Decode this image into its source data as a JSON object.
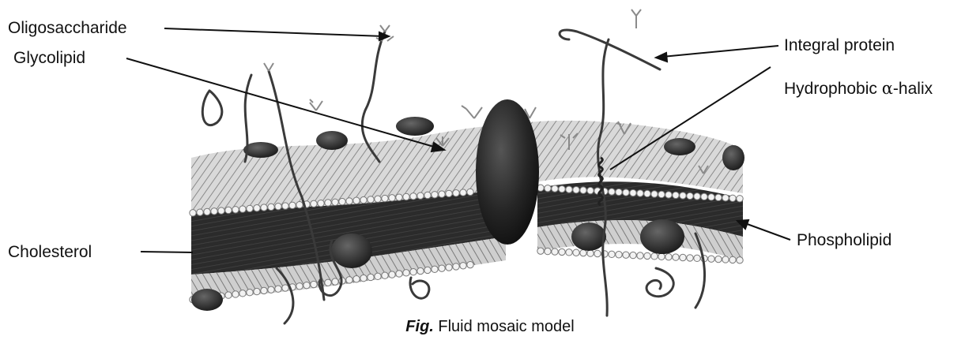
{
  "labels": {
    "oligosaccharide": "Oligosaccharide",
    "glycolipid": "Glycolipid",
    "cholesterol": "Cholesterol",
    "integral_protein": "Integral protein",
    "hydrophobic_prefix": "Hydrophobic ",
    "hydrophobic_alpha": "α",
    "hydrophobic_suffix": "-halix",
    "phospholipid": "Phospholipid"
  },
  "caption": {
    "prefix": "Fig.",
    "text": " Fluid mosaic model"
  },
  "colors": {
    "membrane_light": "#cfcfcf",
    "membrane_dark": "#2a2a2a",
    "protein_dark": "#1e1e1e",
    "head_group": "#f2f2f2",
    "text": "#111111"
  }
}
